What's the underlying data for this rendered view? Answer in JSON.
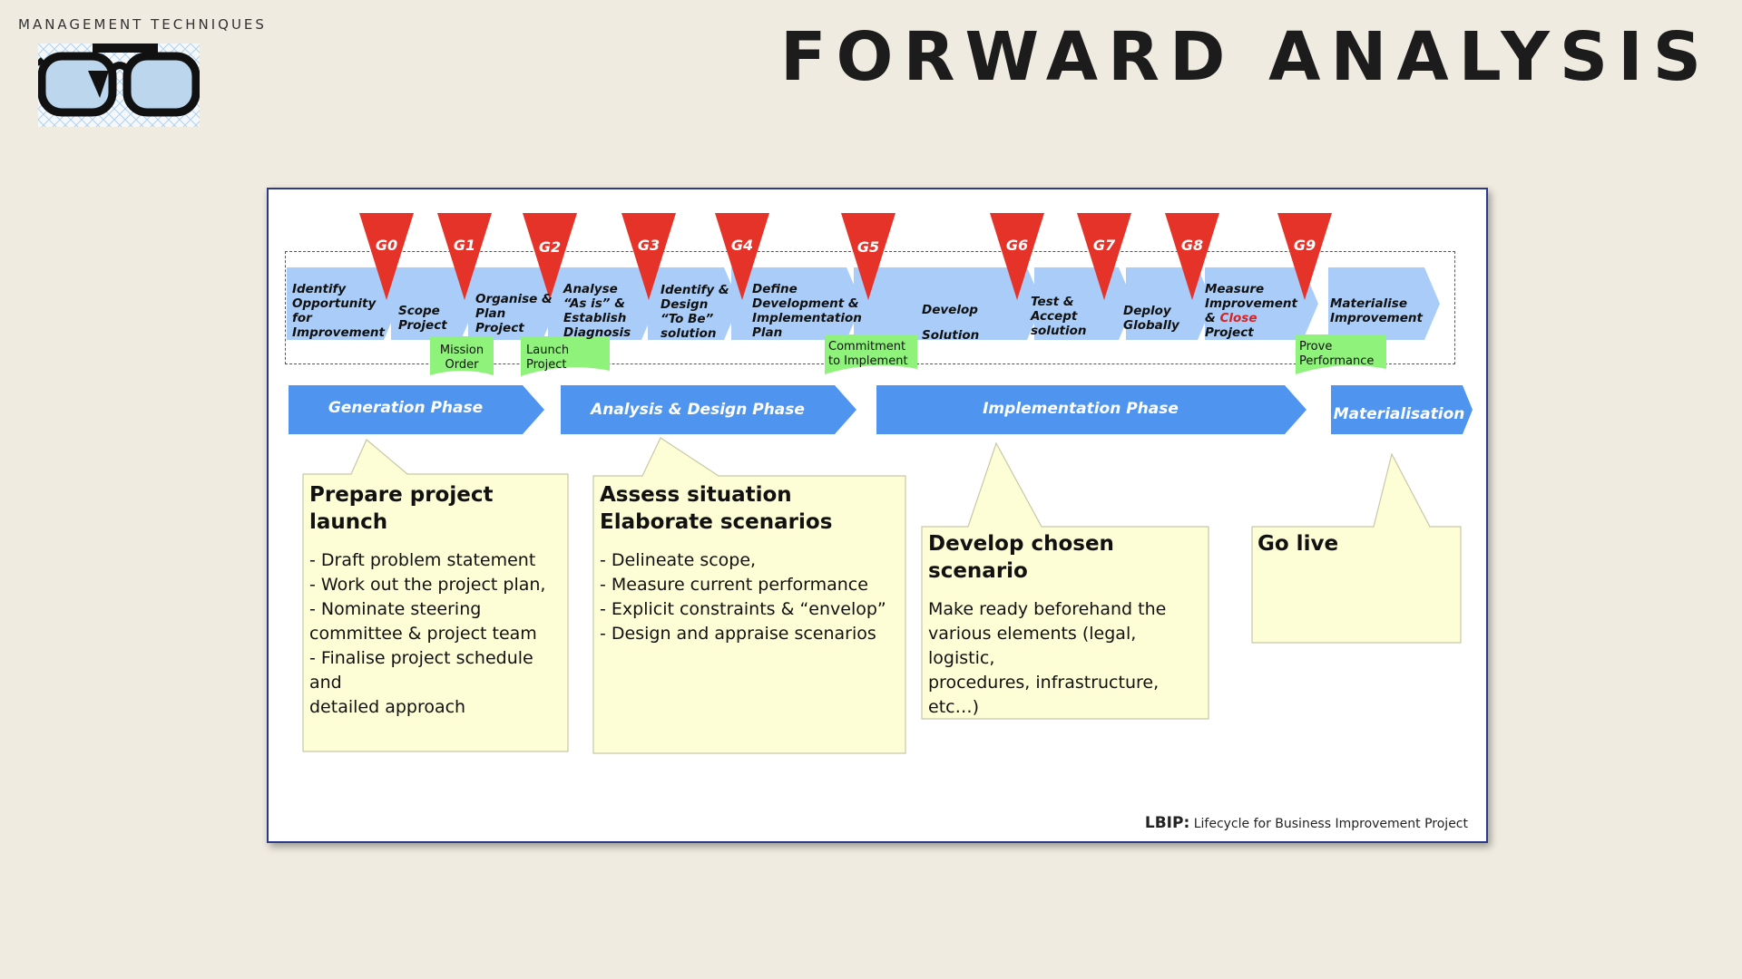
{
  "header": {
    "brand": "MANAGEMENT TECHNIQUES",
    "title": "FORWARD ANALYSIS"
  },
  "gates": [
    "G0",
    "G1",
    "G2",
    "G3",
    "G4",
    "G5",
    "G6",
    "G7",
    "G8",
    "G9"
  ],
  "steps": [
    {
      "lines": [
        "Identify",
        "Opportunity",
        "for",
        "Improvement"
      ]
    },
    {
      "lines": [
        "Scope",
        "Project"
      ]
    },
    {
      "lines": [
        "Organise &",
        "Plan",
        "Project"
      ]
    },
    {
      "lines": [
        "Analyse",
        "“As is” &",
        "Establish",
        "Diagnosis"
      ]
    },
    {
      "lines": [
        "Identify &",
        "Design",
        "“To Be”",
        "solution"
      ]
    },
    {
      "lines": [
        "Define",
        "Development &",
        "Implementation",
        "Plan"
      ]
    },
    {
      "lines": [
        "Develop",
        "",
        "Solution"
      ]
    },
    {
      "lines": [
        "Test &",
        "Accept",
        "solution"
      ]
    },
    {
      "lines": [
        "Deploy",
        "Globally"
      ]
    },
    {
      "lines": [
        "Measure",
        "Improvement",
        "& ",
        "Project"
      ],
      "highlight": "Close"
    },
    {
      "lines": [
        "Materialise",
        "Improvement"
      ]
    }
  ],
  "milestones": [
    {
      "lines": [
        "Mission",
        "Order"
      ]
    },
    {
      "lines": [
        "Launch",
        "Project"
      ]
    },
    {
      "lines": [
        "Commitment",
        "to Implement"
      ]
    },
    {
      "lines": [
        "Prove",
        "Performance"
      ]
    }
  ],
  "phases": [
    "Generation Phase",
    "Analysis & Design Phase",
    "Implementation Phase",
    "Materialisation"
  ],
  "notes": [
    {
      "title": "Prepare project launch",
      "body": [
        "- Draft problem statement",
        "- Work out the project plan,",
        "- Nominate steering",
        "committee & project team",
        "- Finalise project schedule and",
        "detailed approach"
      ]
    },
    {
      "title": "Assess situation",
      "title2": "Elaborate scenarios",
      "body": [
        "- Delineate scope,",
        "- Measure current performance",
        "- Explicit constraints & “envelop”",
        "- Design and appraise scenarios"
      ]
    },
    {
      "title": "Develop chosen scenario",
      "body": [
        "Make ready beforehand the",
        "various elements (legal, logistic,",
        "procedures, infrastructure, etc…)"
      ]
    },
    {
      "title": "Go live",
      "body": []
    }
  ],
  "footer": {
    "abbr": "LBIP",
    "colon": ":",
    "text": "Lifecycle for Business Improvement Project"
  },
  "colors": {
    "step_blue": "#a9cdf8",
    "phase_blue": "#4f95f0",
    "gate_red": "#e5332a",
    "milestone_green": "#8ff27a",
    "note_yellow": "#fdfdd6"
  }
}
